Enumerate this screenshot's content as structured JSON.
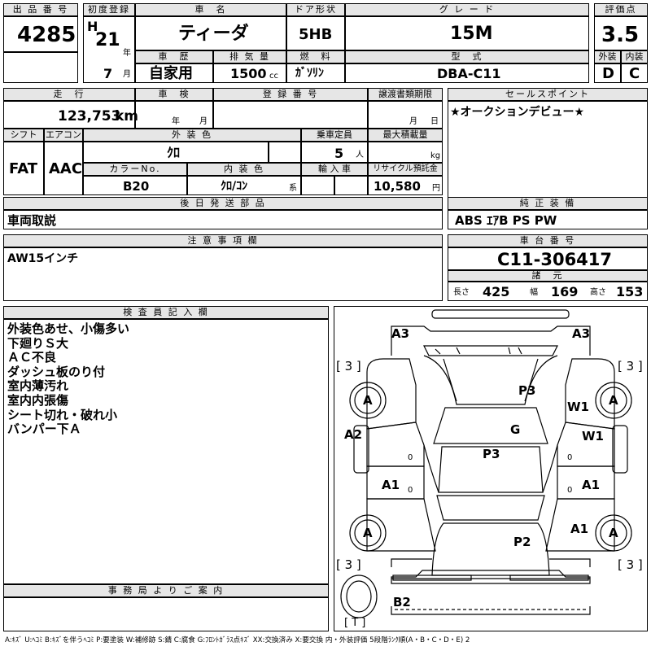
{
  "headers": {
    "lot_no": "出 品 番 号",
    "first_reg": "初度登録",
    "car_name": "車　名",
    "door": "ドア形状",
    "grade": "グ レ ー ド",
    "score": "評価点",
    "history": "車　歴",
    "displacement": "排 気 量",
    "fuel": "燃　料",
    "model": "型　式",
    "exterior": "外装",
    "interior": "内装",
    "mileage": "走　行",
    "inspection": "車　検",
    "reg_no": "登 録 番 号",
    "transfer_deadline": "譲渡書類期限",
    "sales_point": "セールスポイント",
    "shift": "シフト",
    "aircon": "エアコン",
    "ext_color": "外 装 色",
    "capacity": "乗車定員",
    "max_load": "最大積載量",
    "color_no": "カラーNo.",
    "int_color": "内 装 色",
    "import": "輸 入 車",
    "recycle": "リサイクル預託金",
    "later_parts": "後 日 発 送 部 品",
    "genuine_equip": "純 正 装 備",
    "notes": "注 意 事 項 欄",
    "chassis_no": "車 台 番 号",
    "specs": "諸　元",
    "inspector": "検 査 員 記 入 欄",
    "office": "事 務 局 よ り ご 案 内"
  },
  "lot_no": "4285",
  "era": "H",
  "year": "21",
  "year_unit": "年",
  "month": "7",
  "month_unit": "月",
  "car_name": "ティーダ",
  "door": "5HB",
  "grade": "15M",
  "score": "3.5",
  "history": "自家用",
  "displacement": "1500",
  "displacement_unit": "cc",
  "fuel": "ｶﾞｿﾘﾝ",
  "model": "DBA-C11",
  "exterior_grade": "D",
  "interior_grade": "C",
  "mileage": "123,753",
  "mileage_unit": "km",
  "insp_year_unit": "年",
  "insp_month_unit": "月",
  "transfer_month_unit": "月",
  "transfer_day_unit": "日",
  "sales_point": "★オークションデビュー★",
  "shift": "FAT",
  "aircon": "AAC",
  "ext_color": "ｸﾛ",
  "capacity": "5",
  "capacity_unit": "人",
  "max_load_unit": "kg",
  "color_no": "B20",
  "int_color": "ｸﾛ/ｺﾝ",
  "int_color_suffix": "系",
  "recycle": "10,580",
  "recycle_unit": "円",
  "later_parts": "車両取説",
  "genuine_equip": "ABS ｴｱB PS PW",
  "notes": "AW15インチ",
  "chassis_no": "C11-306417",
  "specs": {
    "length_label": "長さ",
    "length": "425",
    "width_label": "幅",
    "width": "169",
    "height_label": "高さ",
    "height": "153"
  },
  "inspector_lines": [
    "外装色あせ、小傷多い",
    "下廻りＳ大",
    "ＡＣ不良",
    "ダッシュ板のり付",
    "室内薄汚れ",
    "室内内張傷",
    "シート切れ・破れ小",
    "バンパー下Ａ"
  ],
  "diagram_marks": {
    "a3_left": "A3",
    "a3_right": "A3",
    "b3_tl": "[ 3 ]",
    "b3_tr": "[ 3 ]",
    "b3_bl": "[ 3 ]",
    "b3_br": "[ 3 ]",
    "wheel_fl": "A",
    "wheel_fr": "A",
    "wheel_rl": "A",
    "wheel_rr": "A",
    "p3_top": "P3",
    "w1_upper": "W1",
    "g": "G",
    "a2": "A2",
    "w1_lower": "W1",
    "p3_mid": "P3",
    "a1_left": "A1",
    "a1_right": "A1",
    "a1_rear": "A1",
    "p2": "P2",
    "b2": "B2",
    "spare": "[ T ]"
  },
  "legend": "A:ｷｽﾞ  U:ﾍｺﾐ  B:ｷｽﾞを伴うﾍｺﾐ  P:要塗装  W:補修跡  S:錆  C:腐食  G:ﾌﾛﾝﾄｶﾞﾗｽ点ｷｽﾞ  XX:交換済み  X:要交換   内・外装評価  5段階ﾗﾝｸ順(A・B・C・D・E) 2"
}
